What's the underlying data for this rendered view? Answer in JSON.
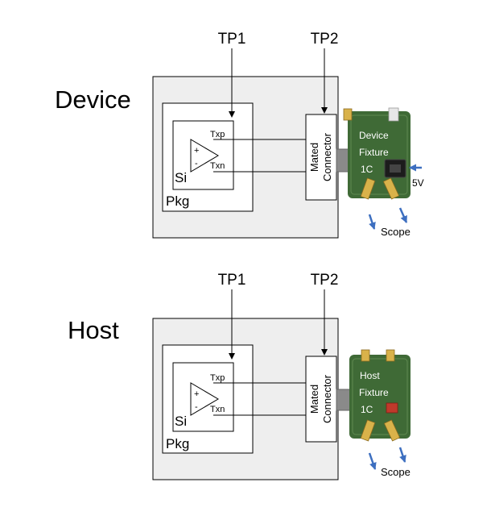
{
  "device": {
    "title": "Device",
    "tp1": "TP1",
    "tp2": "TP2",
    "txp": "Txp",
    "txn": "Txn",
    "plus": "+",
    "minus": "-",
    "si": "Si",
    "pkg": "Pkg",
    "connector_line1": "Mated",
    "connector_line2": "Connector",
    "fixture_line1": "Device",
    "fixture_line2": "Fixture",
    "fixture_line3": "1C",
    "power": "5V",
    "scope": "Scope"
  },
  "host": {
    "title": "Host",
    "tp1": "TP1",
    "tp2": "TP2",
    "txp": "Txp",
    "txn": "Txn",
    "plus": "+",
    "minus": "-",
    "si": "Si",
    "pkg": "Pkg",
    "connector_line1": "Mated",
    "connector_line2": "Connector",
    "fixture_line1": "Host",
    "fixture_line2": "Fixture",
    "fixture_line3": "1C",
    "scope": "Scope"
  },
  "colors": {
    "board_fill": "#eeeeee",
    "line": "#000000",
    "pcb_green": "#3f6a36",
    "arrow_blue": "#3d6fc0"
  }
}
